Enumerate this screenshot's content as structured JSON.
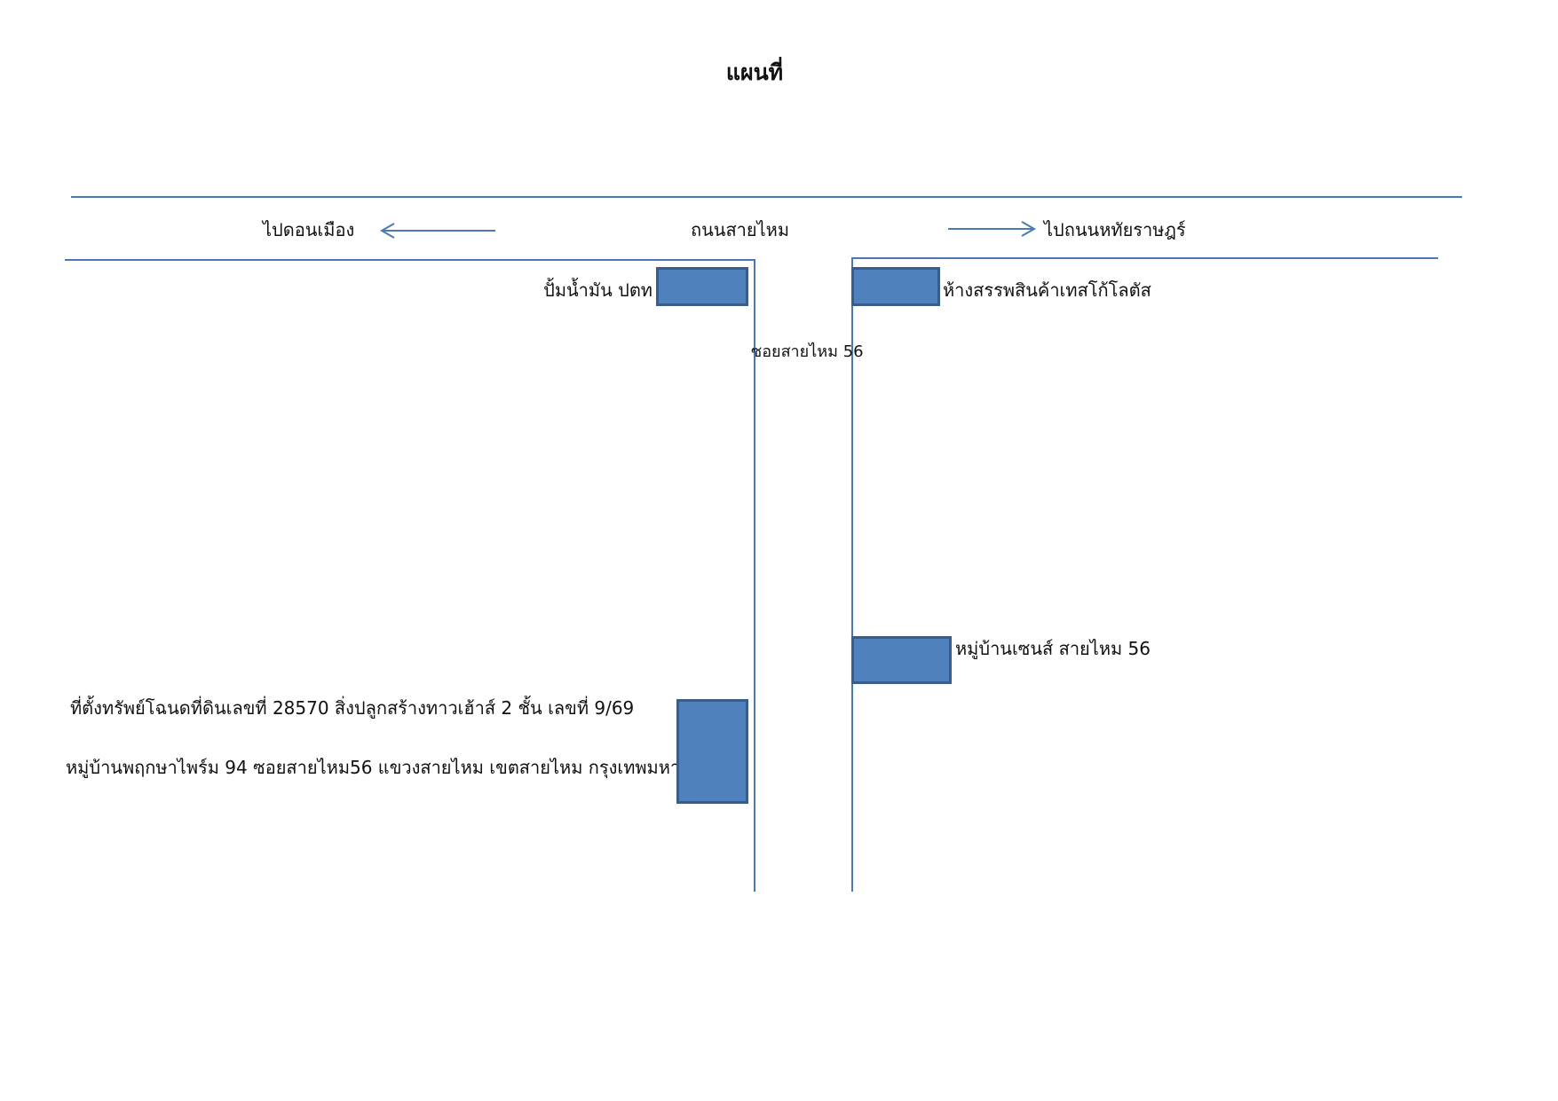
{
  "title": "แผนที่",
  "colors": {
    "road_line": "#4a7ab0",
    "box_fill": "#4f81bd",
    "box_border": "#385d8a"
  },
  "main_road": {
    "name": "ถนนสายไหม",
    "left_direction": "ไปดอนเมือง",
    "right_direction": "ไปถนนหทัยราษฎร์"
  },
  "soi": {
    "name": "ซอยสายไหม 56"
  },
  "landmarks": {
    "gas_station": "ปั้มน้ำมัน ปตท",
    "tesco_lotus": "ห้างสรรพสินค้าเทสโก้โลตัส",
    "zen_village": "หมู่บ้านเซนส์ สายไหม 56"
  },
  "property": {
    "line1": "ที่ตั้งทรัพย์โฉนดที่ดินเลขที่ 28570 สิ่งปลูกสร้างทาวเฮ้าส์ 2 ชั้น เลขที่ 9/69",
    "line2": "หมู่บ้านพฤกษาไพร์ม 94 ซอยสายไหม56 แขวงสายไหม  เขตสายไหม  กรุงเทพมหานคร"
  }
}
